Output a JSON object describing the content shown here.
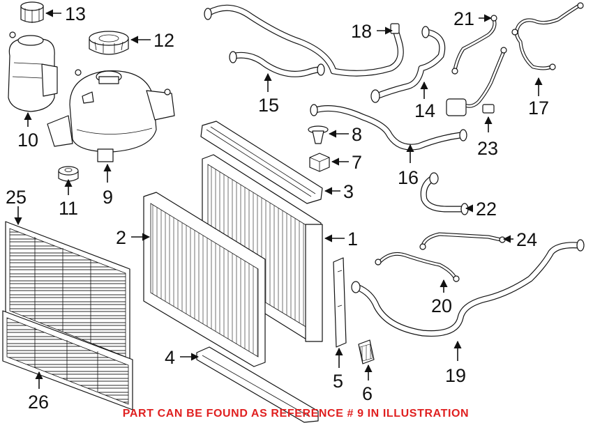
{
  "callouts": {
    "c1": "1",
    "c2": "2",
    "c3": "3",
    "c4": "4",
    "c5": "5",
    "c6": "6",
    "c7": "7",
    "c8": "8",
    "c9": "9",
    "c10": "10",
    "c11": "11",
    "c12": "12",
    "c13": "13",
    "c14": "14",
    "c15": "15",
    "c16": "16",
    "c17": "17",
    "c18": "18",
    "c19": "19",
    "c20": "20",
    "c21": "21",
    "c22": "22",
    "c23": "23",
    "c24": "24",
    "c25": "25",
    "c26": "26"
  },
  "caption": {
    "text": "PART CAN BE FOUND AS REFERENCE # 9 IN ILLUSTRATION",
    "color": "#e02020"
  },
  "line_color": "#111111"
}
